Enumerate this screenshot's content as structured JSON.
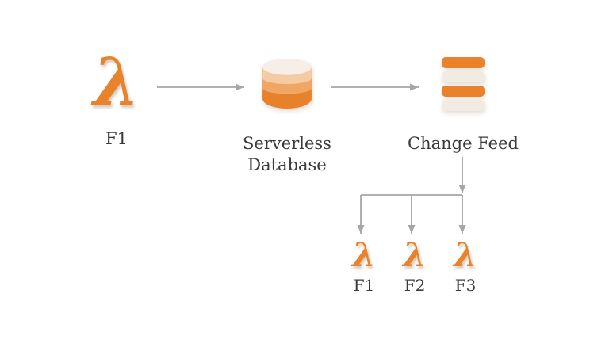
{
  "diagram": {
    "title": "serverless-change-feed-fanout-diagram",
    "lambda_glyph": "λ",
    "nodes": {
      "source": {
        "label": "F1",
        "icon": "lambda-icon"
      },
      "database": {
        "label": "Serverless Database",
        "icon": "database-cylinder-icon"
      },
      "feed": {
        "label": "Change Feed",
        "icon": "stacked-feed-rows-icon"
      },
      "consumers": [
        {
          "label": "F1",
          "icon": "lambda-icon"
        },
        {
          "label": "F2",
          "icon": "lambda-icon"
        },
        {
          "label": "F3",
          "icon": "lambda-icon"
        }
      ]
    },
    "edges": [
      "source -> database",
      "database -> feed",
      "feed -> fanout",
      "fanout -> consumer F1",
      "fanout -> consumer F2",
      "fanout -> consumer F3"
    ]
  },
  "colors": {
    "orange": "#E8832C",
    "db-top": "#F6EFE7",
    "db-light": "#F4CBA3",
    "db-mid": "#F0A765",
    "db-dark": "#E8812C",
    "cream": "#F2EBE3",
    "arrow": "#A6A6A6",
    "text": "#3A3A3A",
    "bg": "#FFFFFF"
  }
}
